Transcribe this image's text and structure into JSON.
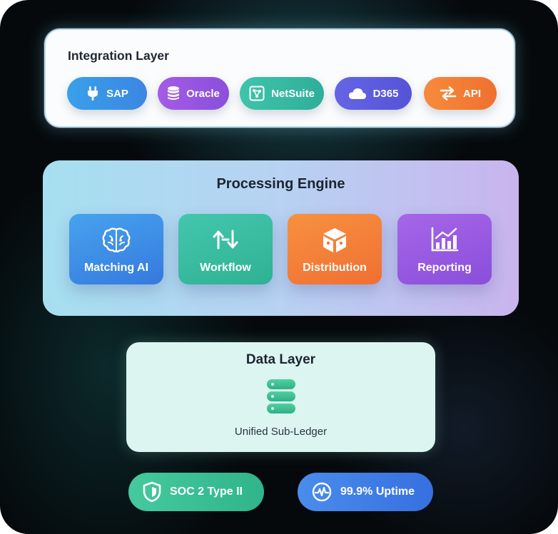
{
  "integration": {
    "title": "Integration Layer",
    "items": [
      {
        "label": "SAP",
        "icon": "plug-icon",
        "color": "#3b93e6"
      },
      {
        "label": "Oracle",
        "icon": "database-icon",
        "color": "#9a55e0"
      },
      {
        "label": "NetSuite",
        "icon": "network-icon",
        "color": "#33b9a3"
      },
      {
        "label": "D365",
        "icon": "cloud-icon",
        "color": "#5d5fe0"
      },
      {
        "label": "API",
        "icon": "swap-arrows-icon",
        "color": "#f47d35"
      }
    ]
  },
  "processing": {
    "title": "Processing Engine",
    "cards": [
      {
        "label": "Matching AI",
        "icon": "brain-icon",
        "color": "#3d8fe6"
      },
      {
        "label": "Workflow",
        "icon": "workflow-arrows-icon",
        "color": "#36bca0"
      },
      {
        "label": "Distribution",
        "icon": "box-icon",
        "color": "#f4823a"
      },
      {
        "label": "Reporting",
        "icon": "bar-chart-icon",
        "color": "#9b59e2"
      }
    ]
  },
  "data_layer": {
    "title": "Data Layer",
    "icon": "database-stack-icon",
    "subtitle": "Unified Sub-Ledger"
  },
  "badges": [
    {
      "label": "SOC 2 Type II",
      "icon": "shield-icon",
      "color": "#3cc096"
    },
    {
      "label": "99.9% Uptime",
      "icon": "pulse-icon",
      "color": "#3d7ee8"
    }
  ]
}
